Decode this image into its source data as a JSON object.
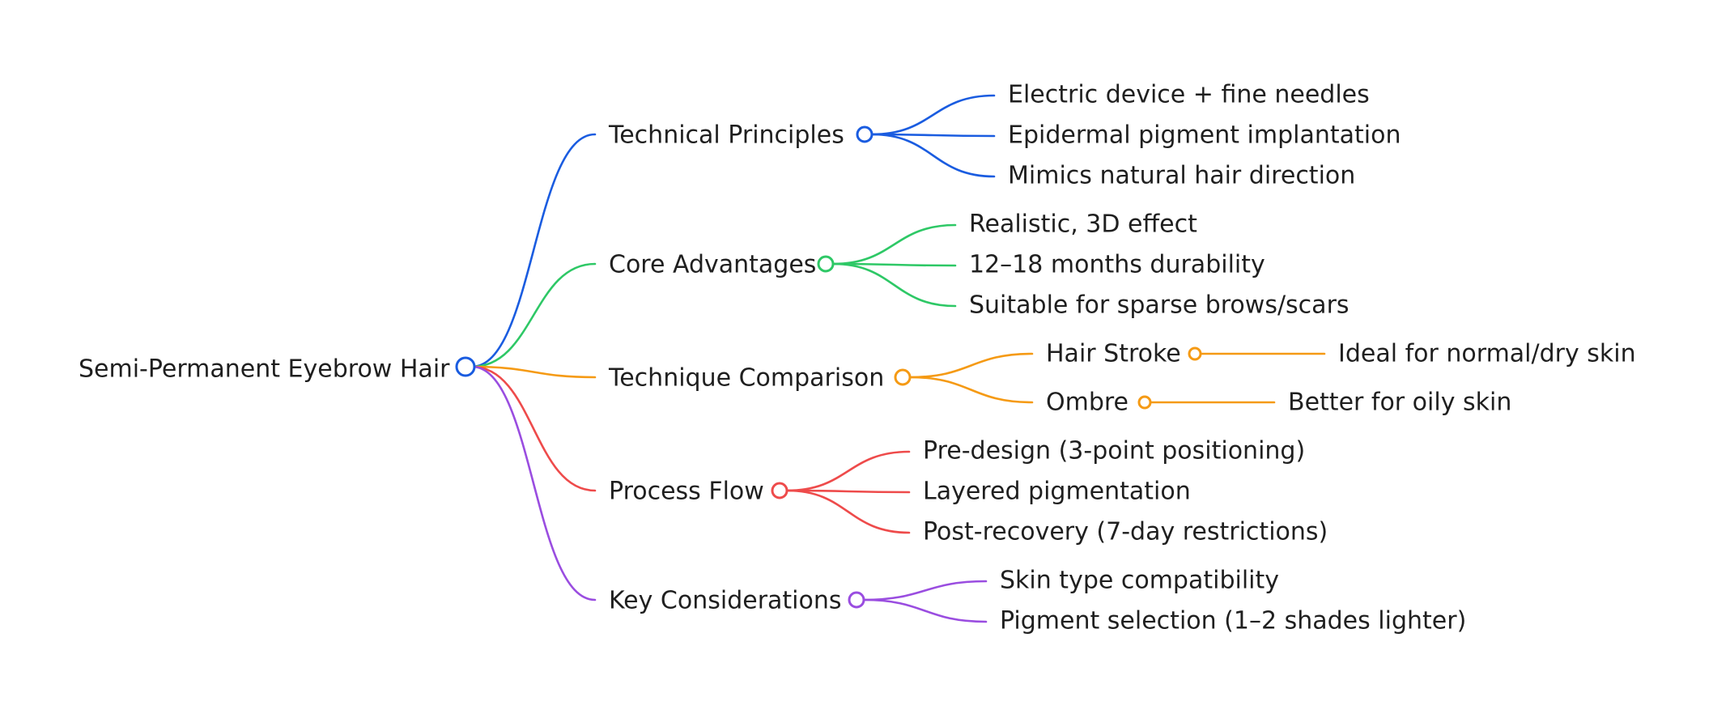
{
  "root": {
    "label": "Semi-Permanent Eyebrow Hair",
    "color": "#1a5ce0"
  },
  "branches": [
    {
      "label": "Technical Principles",
      "color": "#1a5ce0",
      "children": [
        {
          "label": "Electric device + fine needles"
        },
        {
          "label": "Epidermal pigment implantation"
        },
        {
          "label": "Mimics natural hair direction"
        }
      ]
    },
    {
      "label": "Core Advantages",
      "color": "#2ec866",
      "children": [
        {
          "label": "Realistic, 3D effect"
        },
        {
          "label": "12–18 months durability"
        },
        {
          "label": "Suitable for sparse brows/scars"
        }
      ]
    },
    {
      "label": "Technique Comparison",
      "color": "#f59a14",
      "children": [
        {
          "label": "Hair Stroke",
          "children": [
            {
              "label": "Ideal for normal/dry skin"
            }
          ]
        },
        {
          "label": "Ombre",
          "children": [
            {
              "label": "Better for oily skin"
            }
          ]
        }
      ]
    },
    {
      "label": "Process Flow",
      "color": "#ee4b4b",
      "children": [
        {
          "label": "Pre-design (3-point positioning)"
        },
        {
          "label": "Layered pigmentation"
        },
        {
          "label": "Post-recovery (7-day restrictions)"
        }
      ]
    },
    {
      "label": "Key Considerations",
      "color": "#9a4de0",
      "children": [
        {
          "label": "Skin type compatibility"
        },
        {
          "label": "Pigment selection (1–2 shades lighter)"
        }
      ]
    }
  ]
}
